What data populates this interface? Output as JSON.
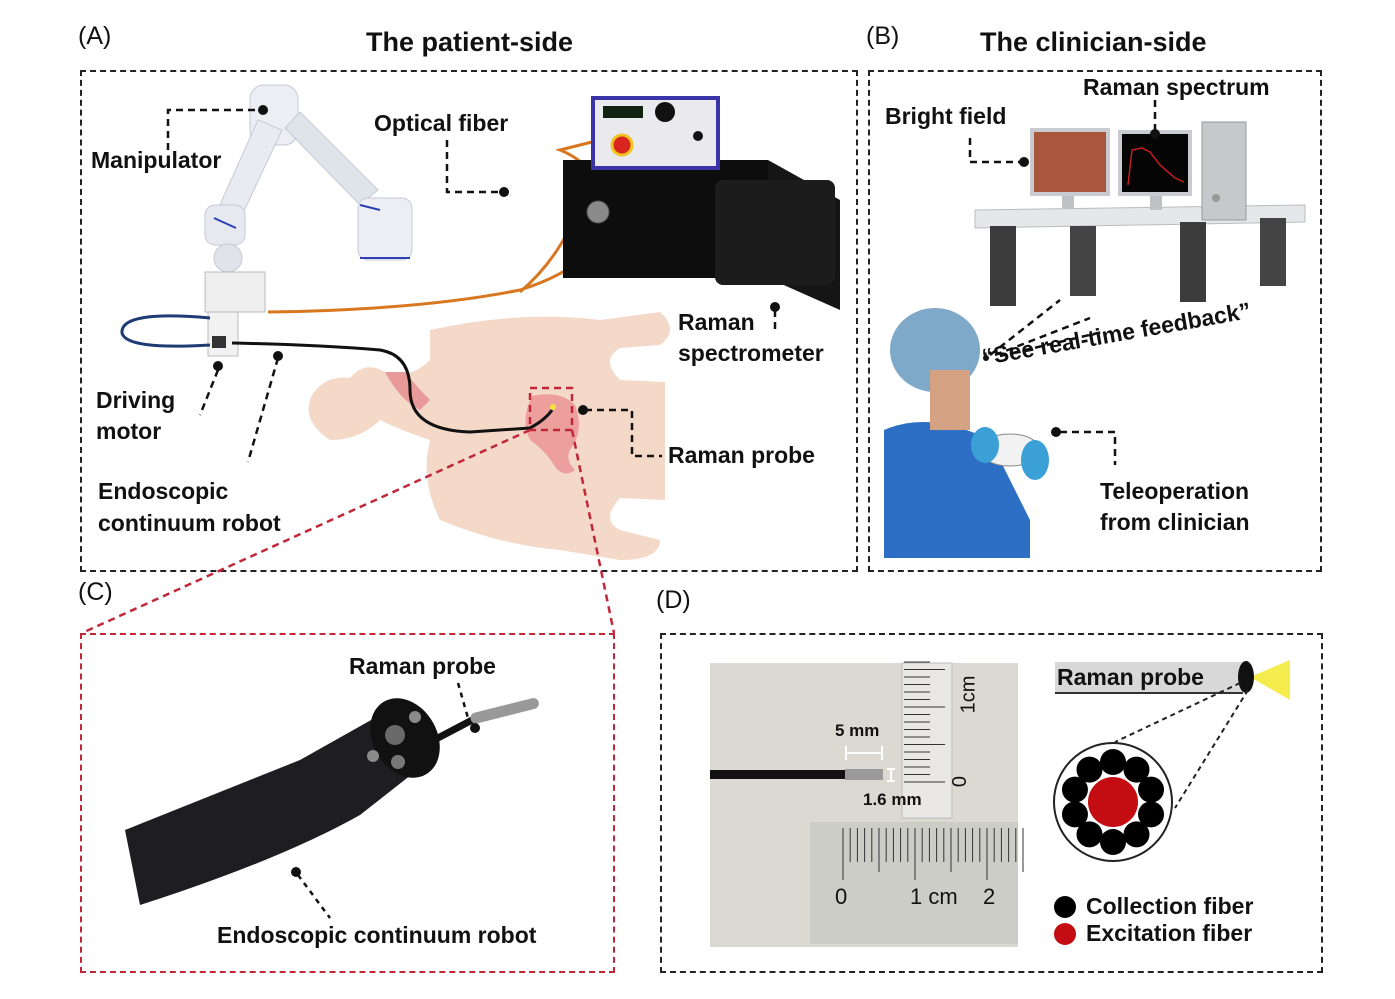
{
  "panels": {
    "A": {
      "letter": "(A)",
      "title": "The patient-side",
      "labels": {
        "manipulator": "Manipulator",
        "optical_fiber": "Optical fiber",
        "raman_spectrometer_1": "Raman",
        "raman_spectrometer_2": "spectrometer",
        "driving_motor_1": "Driving",
        "driving_motor_2": "motor",
        "endoscopic_robot_1": "Endoscopic",
        "endoscopic_robot_2": "continuum robot",
        "raman_probe": "Raman probe"
      }
    },
    "B": {
      "letter": "(B)",
      "title": "The clinician-side",
      "labels": {
        "bright_field": "Bright field",
        "raman_spectrum": "Raman spectrum",
        "feedback_quote": "“See real-time feedback”",
        "teleoperation_1": "Teleoperation",
        "teleoperation_2": "from clinician"
      }
    },
    "C": {
      "letter": "(C)",
      "labels": {
        "raman_probe": "Raman probe",
        "endoscopic_robot": "Endoscopic continuum robot"
      }
    },
    "D": {
      "letter": "(D)",
      "photo_labels": {
        "length": "5 mm",
        "diameter": "1.6 mm",
        "ruler_vertical_zero": "0",
        "ruler_vertical_cm": "1cm",
        "ruler_horizontal_zero": "0",
        "ruler_horizontal_cm": "1 cm",
        "ruler_horizontal_two": "2"
      },
      "probe_label": "Raman probe",
      "collection_fiber_count": 10,
      "excitation_fiber_count": 1,
      "legend": [
        {
          "label": "Collection fiber",
          "color": "#000000"
        },
        {
          "label": "Excitation fiber",
          "color": "#c40d12"
        }
      ]
    }
  },
  "colors": {
    "dash_black": "#222222",
    "dash_red": "#c0283a",
    "optical_fiber": "#d8771f",
    "blue_cable": "#1f3b73",
    "skin": "#f4d8c8",
    "stomach": "#ec9f9c",
    "scrubs": "#2d6fc4"
  }
}
